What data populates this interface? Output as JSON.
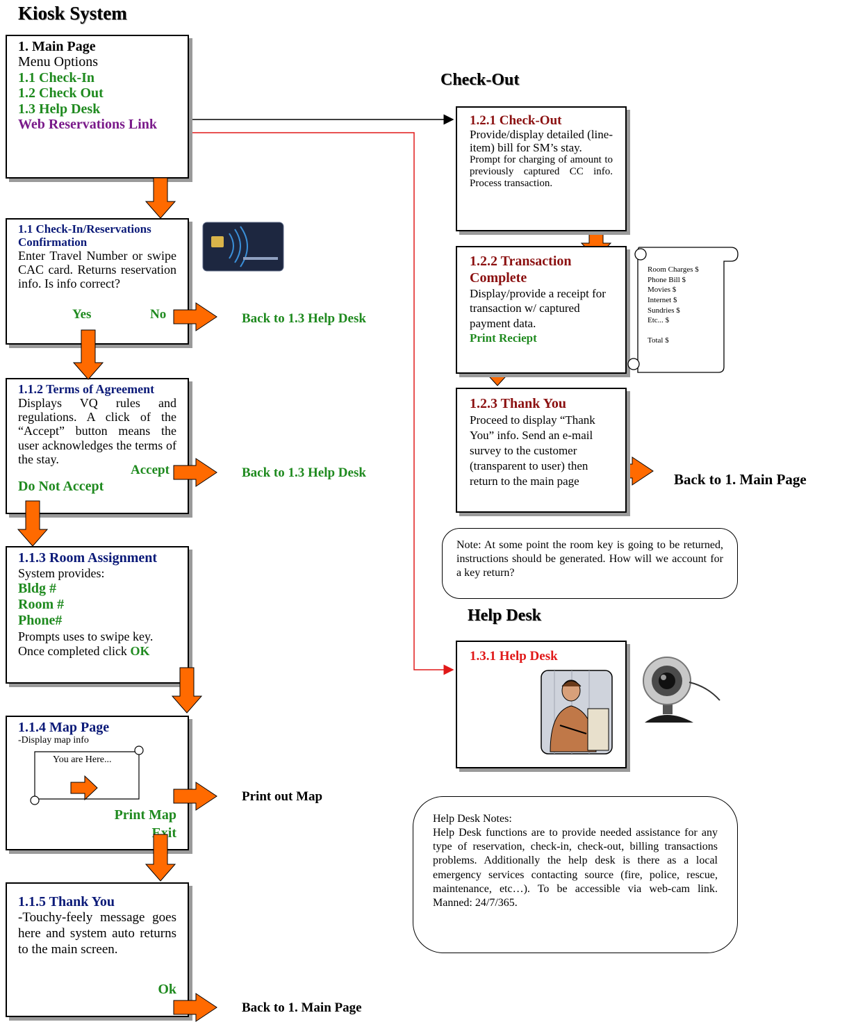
{
  "title": "Kiosk System",
  "sections": {
    "checkout": "Check-Out",
    "helpdesk": "Help Desk"
  },
  "main_page": {
    "title": "1.  Main Page",
    "subtitle": "Menu Options",
    "items": [
      "1.1 Check-In",
      "1.2 Check Out",
      "1.3 Help Desk"
    ],
    "web_link": "Web Reservations Link"
  },
  "checkin": {
    "title_line1": "1.1  Check-In/Reservations",
    "title_line2": "Confirmation",
    "body": "Enter Travel Number or swipe CAC card. Returns reservation info. Is info correct?",
    "yes": "Yes",
    "no": "No",
    "link": "Back to 1.3 Help Desk"
  },
  "terms": {
    "title": "1.1.2 Terms of Agreement",
    "body": "Displays VQ rules and regulations.  A click of the “Accept” button means the user acknowledges the terms of the stay.",
    "accept": "Accept",
    "decline": "Do Not Accept",
    "link": "Back to 1.3 Help Desk"
  },
  "room": {
    "title": "1.1.3 Room Assignment",
    "intro": "System provides:",
    "fields": [
      "Bldg #",
      "Room #",
      "Phone#"
    ],
    "body": "Prompts uses to swipe key. Once completed click",
    "ok": "OK"
  },
  "map": {
    "title": "1.1.4 Map Page",
    "body": "-Display map info",
    "scroll_text": "You are Here...",
    "print": "Print Map",
    "exit": "Exit",
    "link": "Print out Map"
  },
  "thanks1": {
    "title": "1.1.5 Thank You",
    "body": "-Touchy-feely message goes here and system auto returns to the main screen.",
    "ok": "Ok",
    "link": "Back to 1. Main Page"
  },
  "co1": {
    "title": "1.2.1 Check-Out",
    "body1": "Provide/display detailed (line-item) bill for SM’s stay.",
    "body2": "Prompt for charging of amount to previously captured CC info.  Process transaction."
  },
  "co2": {
    "title_line1": "1.2.2 Transaction",
    "title_line2": "Complete",
    "body": "Display/provide a receipt for transaction w/ captured payment data.",
    "print": "Print Reciept"
  },
  "receipt": {
    "lines": [
      "Room Charges  $",
      "Phone Bill   $",
      "Movies  $",
      "Internet  $",
      "Sundries  $",
      "Etc...  $"
    ],
    "total": "Total $"
  },
  "co3": {
    "title": "1.2.3 Thank You",
    "body": "Proceed to display “Thank You” info. Send an e-mail survey to the customer (transparent to user) then return to the main page",
    "link": "Back to 1. Main Page"
  },
  "note": "Note:  At some point the room key is going to be returned, instructions should be generated. How will we account for a key return?",
  "helpdesk_box": {
    "title": "1.3.1 Help Desk"
  },
  "helpdesk_notes": {
    "title": "Help Desk Notes:",
    "body": "Help Desk functions are to provide needed assistance for any type of reservation, check-in, check-out, billing transactions problems. Additionally the help desk is there as a local emergency services contacting source (fire, police, rescue, maintenance, etc…).  To be accessible via web-cam link.  Manned: 24/7/365."
  },
  "colors": {
    "green": "#1f8a1f",
    "navy": "#0b1a78",
    "maroon": "#8b1010",
    "red": "#e01818",
    "purple": "#7a1a8a",
    "arrow": "#ff6a00"
  }
}
